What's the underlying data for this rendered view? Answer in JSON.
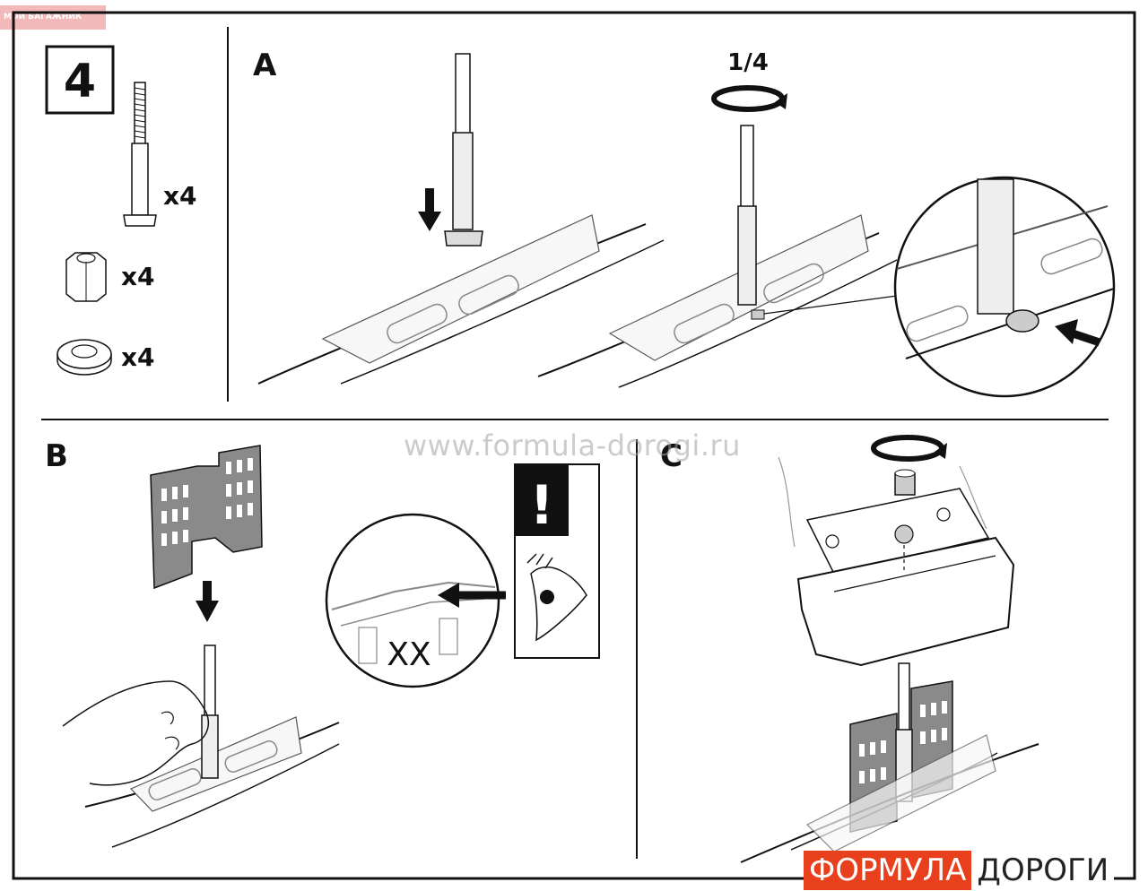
{
  "corner_badge": "МОЙ БАГАЖНИК",
  "step_number": "4",
  "parts": [
    {
      "name": "t-bolt",
      "qty": "x4"
    },
    {
      "name": "nut",
      "qty": "x4"
    },
    {
      "name": "washer",
      "qty": "x4"
    }
  ],
  "panels": {
    "a": {
      "label": "A",
      "turn": "1/4"
    },
    "b": {
      "label": "B",
      "mark": "XX",
      "warning": "!"
    },
    "c": {
      "label": "C"
    }
  },
  "watermark": "www.formula-dorogi.ru",
  "brand": {
    "part1": "ФОРМУЛА",
    "part2": "ДОРОГИ"
  },
  "colors": {
    "brand_red": "#e8401c",
    "part_gray": "#808080",
    "line": "#111111"
  }
}
